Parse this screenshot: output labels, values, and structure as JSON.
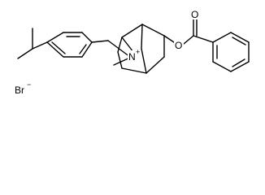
{
  "atoms": {
    "ester_oxygen": "O",
    "carbonyl_oxygen": "O",
    "nitrogen": "N",
    "nitrogen_charge": "+",
    "counterion": "Br",
    "counterion_charge": "−"
  }
}
